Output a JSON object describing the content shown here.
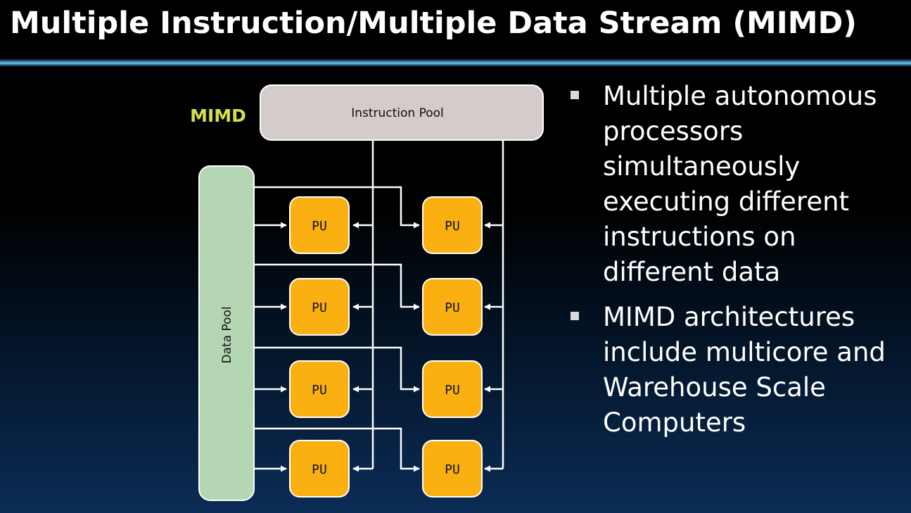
{
  "title": "Multiple Instruction/Multiple Data Stream (MIMD)",
  "diagram": {
    "label": "MIMD",
    "instruction_pool": "Instruction Pool",
    "data_pool": "Data Pool",
    "pu_labels": [
      "PU",
      "PU",
      "PU",
      "PU",
      "PU",
      "PU",
      "PU",
      "PU"
    ],
    "colors": {
      "label": "#d7e04b",
      "instruction_pool_fill": "#d4cbcb",
      "data_pool_fill": "#b5d6b3",
      "pu_fill": "#fbb012",
      "lines": "#ffffff"
    }
  },
  "bullets": [
    "Multiple autonomous processors simultaneously executing different instructions on different data",
    "MIMD architectures include multicore and Warehouse Scale Computers"
  ]
}
